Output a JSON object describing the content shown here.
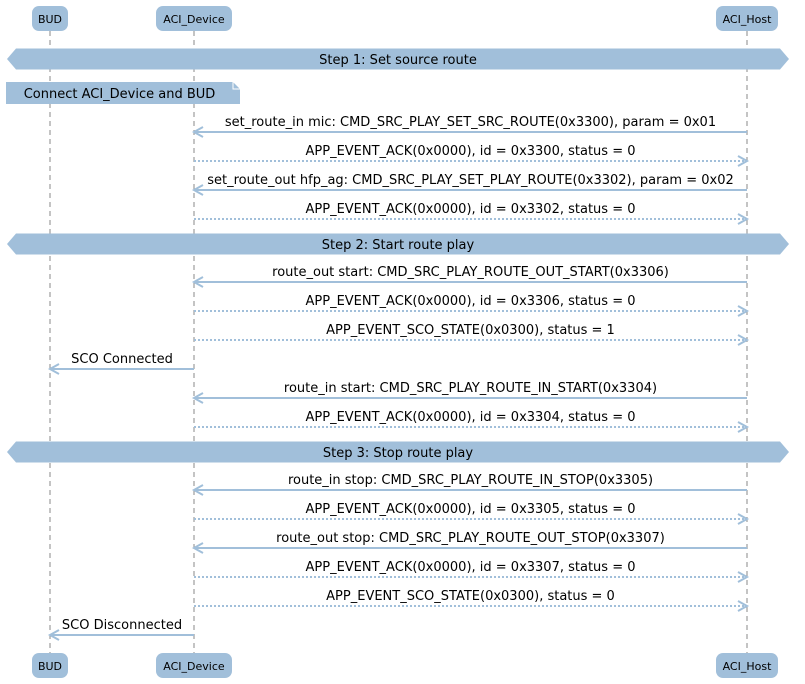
{
  "participants": [
    {
      "id": "bud",
      "label": "BUD"
    },
    {
      "id": "aci_device",
      "label": "ACI_Device"
    },
    {
      "id": "aci_host",
      "label": "ACI_Host"
    }
  ],
  "colors": {
    "accent": "#a1bfda",
    "lifeline": "#888888",
    "text": "#000000"
  },
  "rows": [
    {
      "kind": "divider",
      "label": "Step 1: Set source route"
    },
    {
      "kind": "note",
      "label": "Connect ACI_Device and BUD"
    },
    {
      "kind": "message",
      "from": "aci_host",
      "to": "aci_device",
      "style": "solid",
      "label": "set_route_in mic: CMD_SRC_PLAY_SET_SRC_ROUTE(0x3300), param = 0x01"
    },
    {
      "kind": "message",
      "from": "aci_device",
      "to": "aci_host",
      "style": "dotted",
      "label": "APP_EVENT_ACK(0x0000), id = 0x3300, status = 0"
    },
    {
      "kind": "message",
      "from": "aci_host",
      "to": "aci_device",
      "style": "solid",
      "label": "set_route_out hfp_ag: CMD_SRC_PLAY_SET_PLAY_ROUTE(0x3302), param = 0x02"
    },
    {
      "kind": "message",
      "from": "aci_device",
      "to": "aci_host",
      "style": "dotted",
      "label": "APP_EVENT_ACK(0x0000), id = 0x3302, status = 0"
    },
    {
      "kind": "divider",
      "label": "Step 2: Start route play"
    },
    {
      "kind": "message",
      "from": "aci_host",
      "to": "aci_device",
      "style": "solid",
      "label": "route_out start: CMD_SRC_PLAY_ROUTE_OUT_START(0x3306)"
    },
    {
      "kind": "message",
      "from": "aci_device",
      "to": "aci_host",
      "style": "dotted",
      "label": "APP_EVENT_ACK(0x0000), id = 0x3306, status = 0"
    },
    {
      "kind": "message",
      "from": "aci_device",
      "to": "aci_host",
      "style": "dotted",
      "label": "APP_EVENT_SCO_STATE(0x0300), status = 1"
    },
    {
      "kind": "message",
      "from": "aci_device",
      "to": "bud",
      "style": "solid",
      "label": "SCO Connected"
    },
    {
      "kind": "message",
      "from": "aci_host",
      "to": "aci_device",
      "style": "solid",
      "label": "route_in start: CMD_SRC_PLAY_ROUTE_IN_START(0x3304)"
    },
    {
      "kind": "message",
      "from": "aci_device",
      "to": "aci_host",
      "style": "dotted",
      "label": "APP_EVENT_ACK(0x0000), id = 0x3304, status = 0"
    },
    {
      "kind": "divider",
      "label": "Step 3: Stop route play"
    },
    {
      "kind": "message",
      "from": "aci_host",
      "to": "aci_device",
      "style": "solid",
      "label": "route_in stop: CMD_SRC_PLAY_ROUTE_IN_STOP(0x3305)"
    },
    {
      "kind": "message",
      "from": "aci_device",
      "to": "aci_host",
      "style": "dotted",
      "label": "APP_EVENT_ACK(0x0000), id = 0x3305, status = 0"
    },
    {
      "kind": "message",
      "from": "aci_host",
      "to": "aci_device",
      "style": "solid",
      "label": "route_out stop: CMD_SRC_PLAY_ROUTE_OUT_STOP(0x3307)"
    },
    {
      "kind": "message",
      "from": "aci_device",
      "to": "aci_host",
      "style": "dotted",
      "label": "APP_EVENT_ACK(0x0000), id = 0x3307, status = 0"
    },
    {
      "kind": "message",
      "from": "aci_device",
      "to": "aci_host",
      "style": "dotted",
      "label": "APP_EVENT_SCO_STATE(0x0300), status = 0"
    },
    {
      "kind": "message",
      "from": "aci_device",
      "to": "bud",
      "style": "solid",
      "label": "SCO Disconnected"
    }
  ]
}
